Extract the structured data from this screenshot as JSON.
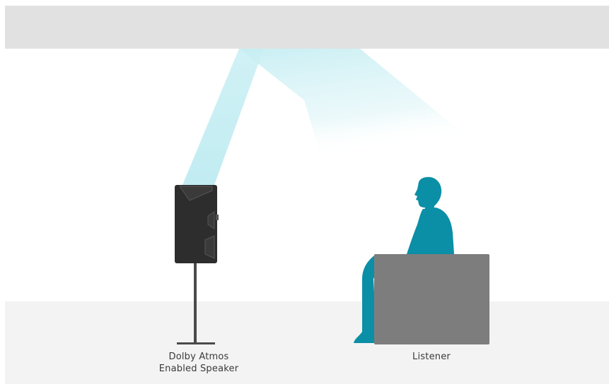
{
  "labels": {
    "speaker_line1": "Dolby Atmos",
    "speaker_line2": "Enabled Speaker",
    "listener": "Listener"
  },
  "colors": {
    "ceiling": "#e1e1e1",
    "floor": "#f3f3f3",
    "sound_beam": "#c6eef3",
    "speaker_body": "#2d2d2d",
    "speaker_stand": "#4a4a4a",
    "listener_silhouette": "#0a8fa6",
    "chair": "#7d7d7d"
  }
}
